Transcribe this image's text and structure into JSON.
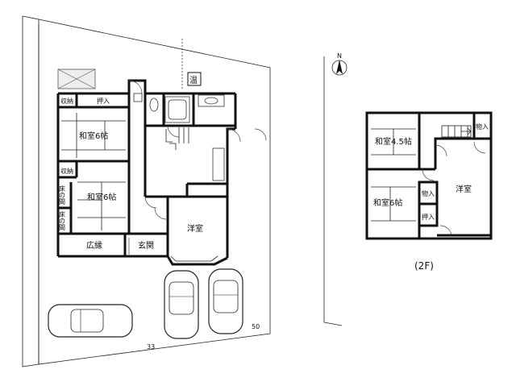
{
  "first_floor": {
    "rooms": {
      "closet_top": "収納",
      "oshiire": "押入",
      "washitsu_top": "和室6帖",
      "closet_mid": "収納",
      "tokonoma_1": "床の間",
      "tokonoma_2": "床の間",
      "washitsu_mid": "和室6帖",
      "engawa": "広縁",
      "genkan": "玄関",
      "youshitsu": "洋室",
      "onsui_mark": "温"
    }
  },
  "second_floor": {
    "caption": "(2F)",
    "rooms": {
      "washitsu_small": "和室4.5帖",
      "washitsu": "和室6帖",
      "youshitsu": "洋室",
      "storage_top": "物入",
      "storage_mid": "物入",
      "oshiire": "押入"
    }
  },
  "site": {
    "dim_bottom": "33",
    "dim_right": "50",
    "north_mark": "N"
  }
}
